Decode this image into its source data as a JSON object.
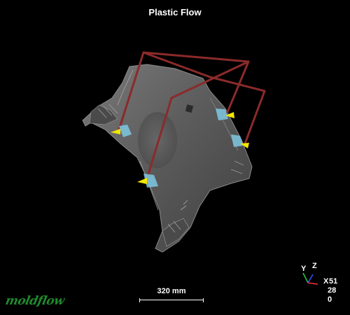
{
  "window": {
    "title": "Plastic Flow"
  },
  "scale": {
    "label": "320 mm"
  },
  "triad": {
    "y_label": "Y",
    "z_label": "Z",
    "x_label": "X",
    "rotation": [
      "51",
      "28",
      "0"
    ]
  },
  "logo": {
    "text": "moldflow"
  },
  "colors": {
    "background": "#000000",
    "part": "#5f5f5f",
    "runner": "#8b2a2a",
    "gate": "#7ec8e3",
    "injection_cone": "#f2e600",
    "logo": "#1f8a2e"
  },
  "icons": {
    "gate_icon": "yellow-cone",
    "coordinate_triad": "xyz-axes"
  }
}
